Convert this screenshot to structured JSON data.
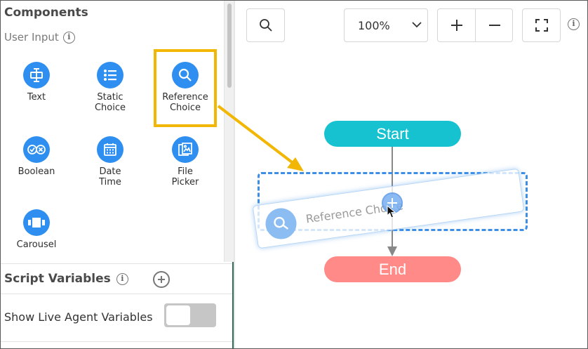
{
  "panel": {
    "title": "Components",
    "subtitle": "User Input",
    "components": [
      {
        "label": "Text",
        "icon": "text-field-icon"
      },
      {
        "label": "Static\nChoice",
        "icon": "list-icon"
      },
      {
        "label": "Reference\nChoice",
        "icon": "search-icon",
        "highlighted": true
      },
      {
        "label": "Boolean",
        "icon": "boolean-toggle-icon"
      },
      {
        "label": "Date\nTime",
        "icon": "calendar-icon"
      },
      {
        "label": "File\nPicker",
        "icon": "file-picker-icon"
      },
      {
        "label": "Carousel",
        "icon": "carousel-icon"
      }
    ],
    "script_variables": {
      "title": "Script Variables"
    },
    "live_agent": {
      "label": "Show Live Agent Variables",
      "enabled": false
    }
  },
  "canvas": {
    "zoom": {
      "value": "100%"
    },
    "start_label": "Start",
    "end_label": "End",
    "drag_ghost_label": "Reference Choice"
  },
  "colors": {
    "accent_blue": "#2e8ff0",
    "highlight_yellow": "#f2b705",
    "start_teal": "#17c2d0",
    "end_salmon": "#ff8a88"
  }
}
